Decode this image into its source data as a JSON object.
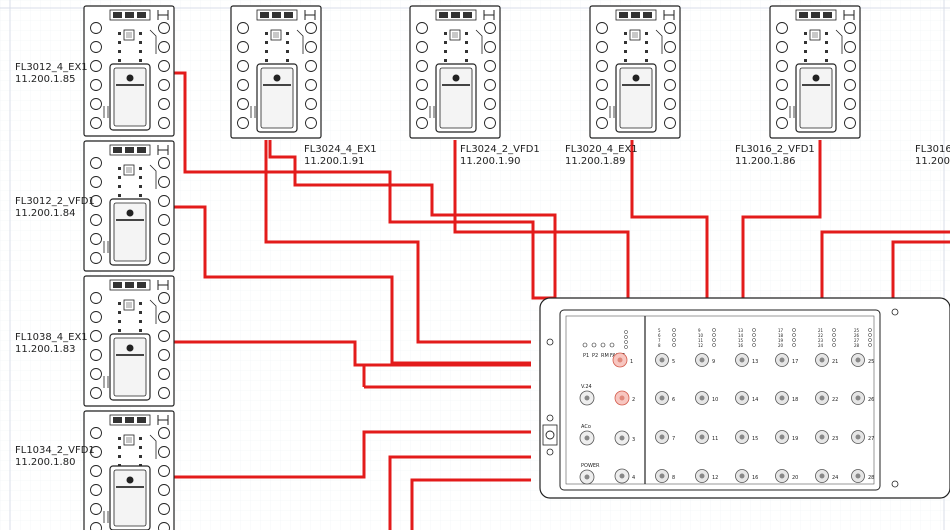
{
  "diagram": {
    "devices_left": [
      {
        "name": "FL3012_4_EX1",
        "ip": "11.200.1.85"
      },
      {
        "name": "FL3012_2_VFD1",
        "ip": "11.200.1.84"
      },
      {
        "name": "FL1038_4_EX1",
        "ip": "11.200.1.83"
      },
      {
        "name": "FL1034_2_VFD1",
        "ip": "11.200.1.80"
      }
    ],
    "devices_top": [
      {
        "name": "FL3024_4_EX1",
        "ip": "11.200.1.91"
      },
      {
        "name": "FL3024_2_VFD1",
        "ip": "11.200.1.90"
      },
      {
        "name": "FL3020_4_EX1",
        "ip": "11.200.1.89"
      },
      {
        "name": "FL3016_2_VFD1",
        "ip": "11.200.1.86"
      },
      {
        "name": "FL3016_",
        "ip": "11.200."
      }
    ],
    "switch": {
      "status_leds": [
        "P1",
        "P2",
        "RM",
        "FAULT"
      ],
      "power_labels": [
        "V.24",
        "ACo",
        "POWER"
      ],
      "left_ports": [
        "1",
        "2",
        "3",
        "4"
      ],
      "port_columns": [
        [
          "5",
          "6",
          "7",
          "8"
        ],
        [
          "9",
          "10",
          "11",
          "12"
        ],
        [
          "13",
          "14",
          "15",
          "16"
        ],
        [
          "17",
          "18",
          "19",
          "20"
        ],
        [
          "21",
          "22",
          "23",
          "24"
        ],
        [
          "25",
          "26",
          "27",
          "28"
        ]
      ]
    }
  },
  "colors": {
    "wire": "#e31b1b",
    "outline": "#222222",
    "grid": "#d8dee8"
  }
}
